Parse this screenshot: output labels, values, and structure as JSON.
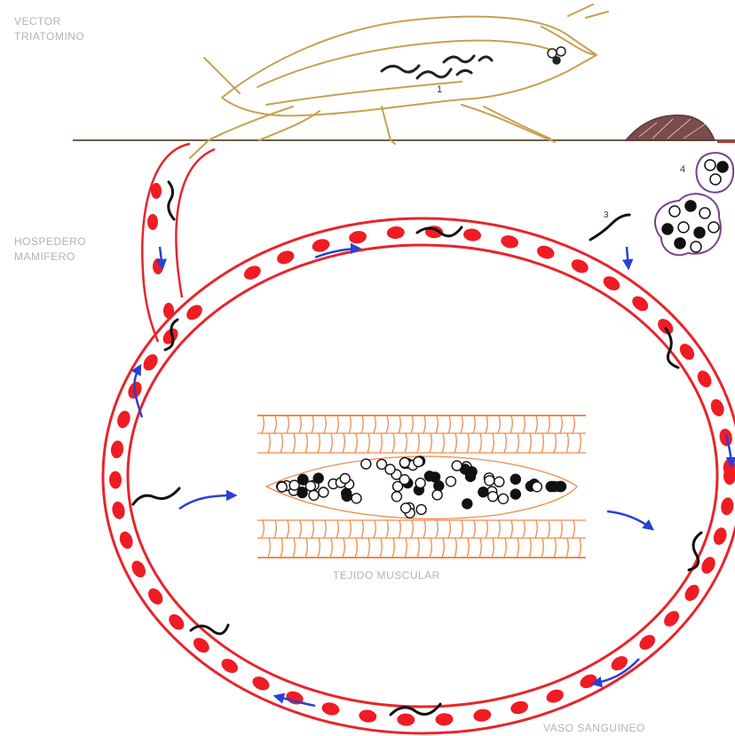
{
  "labels": {
    "vector": [
      "VECTOR",
      "TRIATOMINO"
    ],
    "host": [
      "HOSPEDERO",
      "MAMIFERO"
    ],
    "muscle": "TEJIDO MUSCULAR",
    "vessel": "VASO SANGUINEO"
  },
  "markers": {
    "insect_body": "1",
    "trypomastigote": "3",
    "infected_cell": "4"
  },
  "colors": {
    "vessel": "#e8242c",
    "blood_cell": "#ef1c24",
    "insect": "#c8a050",
    "muscle": "#f08a4b",
    "flow_arrow": "#2a3fd6",
    "ground": "#6b6048",
    "feces": "#7a4c4c",
    "cell_cluster": "#7a3f8f",
    "label_text": "#b3b3b3"
  }
}
